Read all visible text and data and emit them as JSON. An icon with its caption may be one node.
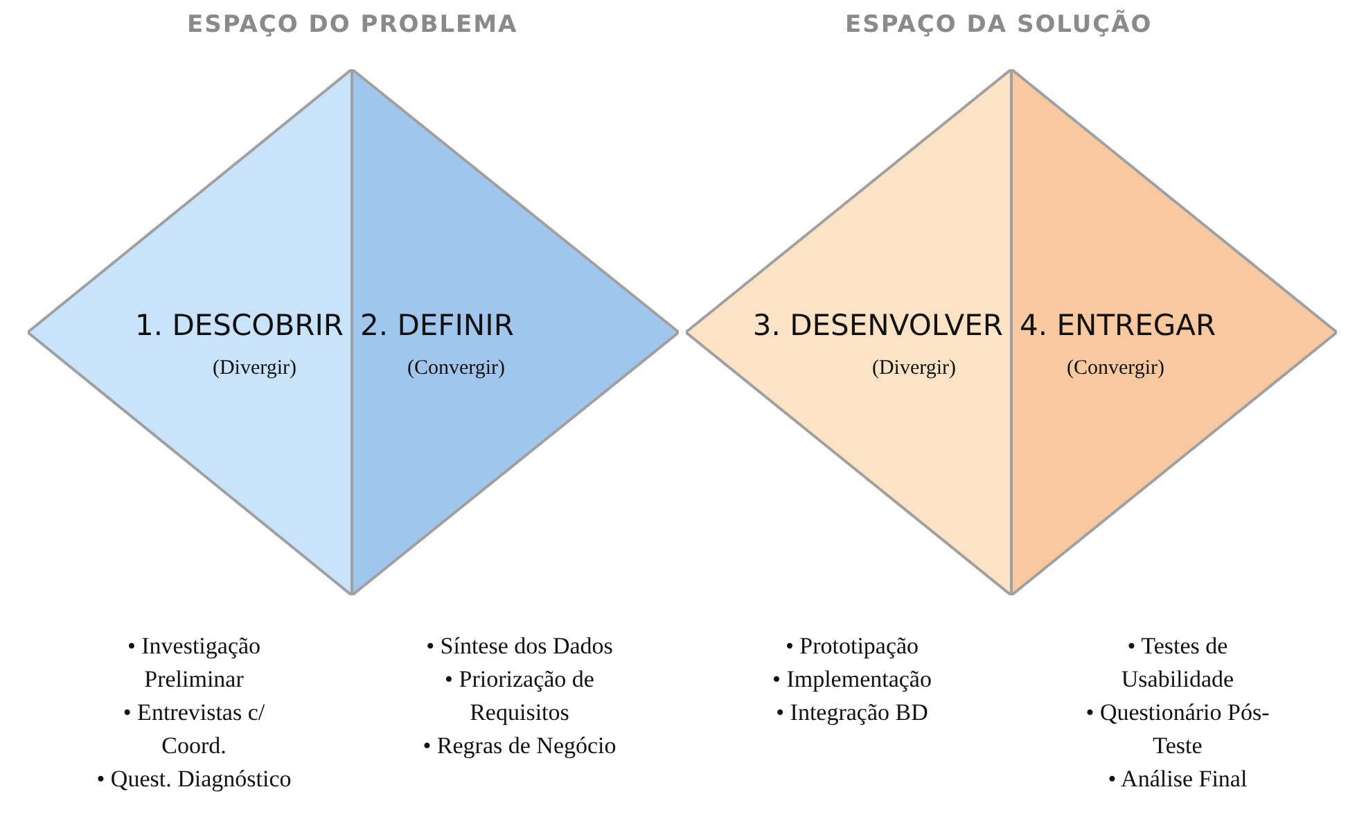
{
  "diagram": {
    "nodes": [
      {
        "text": [
          "1. DESCOBRIR",
          "(Divergir)"
        ],
        "beside": [
          "• Investigação Preliminar",
          "• Entrevistas c/ Coord.",
          "• Quest. Diagnóstico"
        ]
      },
      {
        "text": [
          "2. DEFINIR",
          "(Convergir)"
        ],
        "beside": [
          "• Síntese dos Dados",
          "• Priorização de Requisitos",
          "• Regras de Negócio"
        ]
      },
      {
        "text": [
          "3. DESENVOLVER",
          "(Divergir)"
        ],
        "beside": [
          "• Prototipação",
          "• Implementação",
          "• Integração BD"
        ]
      },
      {
        "text": [
          "4. ENTREGAR",
          "(Convergir)"
        ],
        "beside": [
          "• Testes de Usabilidade",
          "• Questionário Pós-Teste",
          "• Análise Final"
        ]
      }
    ],
    "labels": [
      "ESPAÇO DO PROBLEMA",
      "ESPAÇO DA SOLUÇÃO"
    ]
  }
}
